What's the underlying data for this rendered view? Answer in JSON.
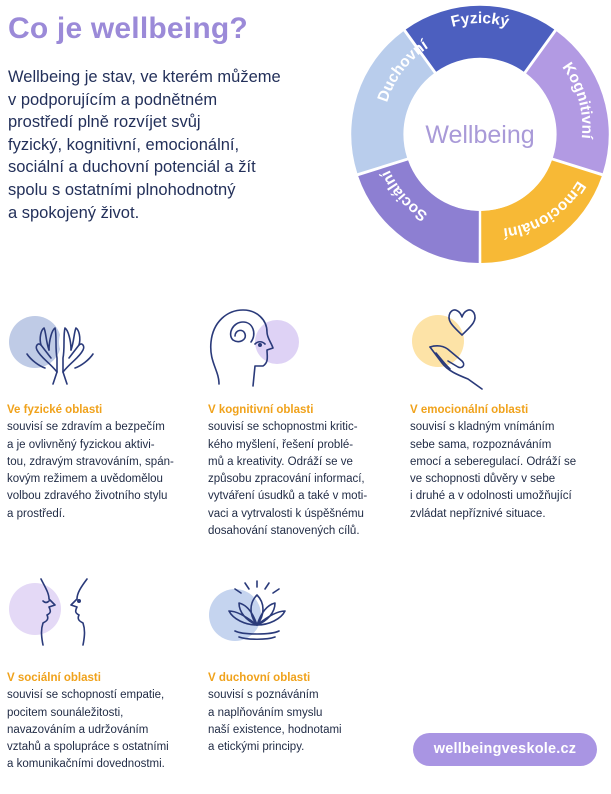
{
  "title": "Co je wellbeing?",
  "intro": [
    "Wellbeing je stav, ve kterém můžeme",
    "v podporujícím a podnětném",
    "prostředí plně rozvíjet svůj",
    "fyzický, kognitivní, emocionální,",
    "sociální a duchovní potenciál a žít",
    "spolu s ostatními plnohodnotný",
    "a spokojený život."
  ],
  "wheel": {
    "center": "Wellbeing",
    "segments": {
      "fyzicky": "Fyzický",
      "kognitivni": "Kognitivní",
      "emocionalni": "Emocionální",
      "socialni": "Sociální",
      "duchovni": "Duchovní"
    },
    "colors": {
      "fyzicky": "#4c5fbf",
      "kognitivni": "#b29ae3",
      "emocionalni": "#f7b936",
      "socialni": "#8d7fd2",
      "duchovni": "#b9cdec"
    }
  },
  "areas": [
    {
      "heading": "Ve fyzické oblasti",
      "lines": [
        "souvisí se zdravím a bezpečím",
        "a je ovlivněný fyzickou aktivi-",
        "tou, zdravým stravováním, spán-",
        "kovým režimem a uvědomělou",
        "volbou zdravého životního stylu",
        "a prostředí."
      ]
    },
    {
      "heading": "V kognitivní oblasti",
      "lines": [
        "souvisí se schopnostmi kritic-",
        "kého myšlení, řešení problé-",
        "mů a kreativity. Odráží se ve",
        "způsobu zpracování informací,",
        "vytváření úsudků a také v moti-",
        "vaci a vytrvalosti k úspěšnému",
        "dosahování stanovených cílů."
      ]
    },
    {
      "heading": "V emocionální oblasti",
      "lines": [
        "souvisí s kladným vnímáním",
        "sebe sama, rozpoznáváním",
        "emocí a seberegulací. Odráží se",
        "ve schopnosti důvěry v sebe",
        "i druhé a v odolnosti umožňující",
        "zvládat nepříznivé situace."
      ]
    },
    {
      "heading": "V sociální oblasti",
      "lines": [
        "souvisí se schopností empatie,",
        "pocitem sounáležitosti,",
        "navazováním a udržováním",
        "vztahů a spolupráce s ostatními",
        "a komunikačními dovednostmi."
      ]
    },
    {
      "heading": "V duchovní oblasti",
      "lines": [
        "souvisí s poznáváním",
        "a naplňováním smyslu",
        "naší existence, hodnotami",
        "a etickými principy."
      ]
    }
  ],
  "icons": {
    "physical": "open-hands-icon",
    "cognitive": "head-spiral-icon",
    "emotional": "hand-heart-icon",
    "social": "two-faces-icon",
    "spiritual": "lotus-icon"
  },
  "website": "wellbeingveskole.cz"
}
